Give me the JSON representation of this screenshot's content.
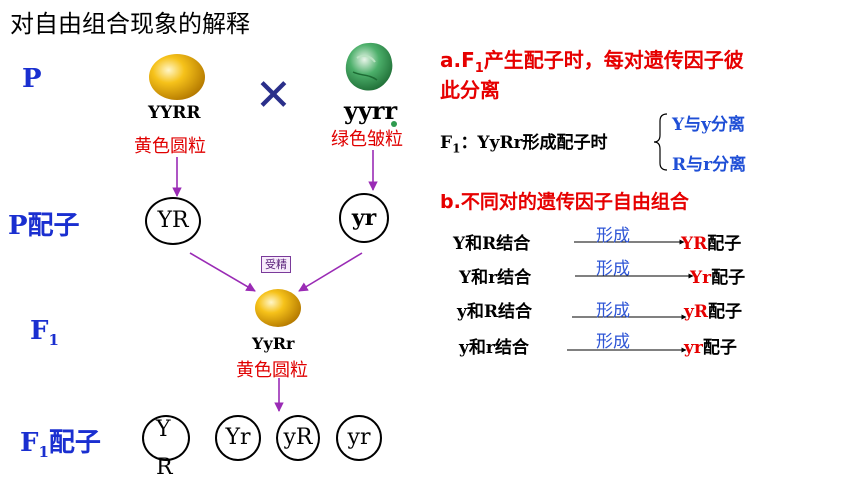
{
  "title": "对自由组合现象的解释",
  "rows": {
    "p": "P",
    "p_gamete": "P配子",
    "f1_main": "F",
    "f1_sub": "1",
    "f1_gamete_main": "F",
    "f1_gamete_sub": "1",
    "f1_gamete_rest": "配子"
  },
  "parents": {
    "left_genotype": "YYRR",
    "left_phenotype": "黄色圆粒",
    "cross_symbol": "✕",
    "right_genotype": "yyrr",
    "right_phenotype": "绿色皱粒"
  },
  "p_gametes": [
    "YR",
    "yr"
  ],
  "fertilization_label": "受精",
  "f1": {
    "genotype": "YyRr",
    "phenotype": "黄色圆粒"
  },
  "f1_gametes": [
    "Y",
    "R",
    "Yr",
    "yR",
    "yr"
  ],
  "right_panel": {
    "a_prefix": "a.F",
    "a_sub": "1",
    "a_text_1": "产生配子时，每对遗传因子彼",
    "a_text_2": "此分离",
    "f1_prefix": "F",
    "f1_sub": "1",
    "f1_text": "：YyRr形成配子时",
    "brace_1": "Y与y分离",
    "brace_2": "R与r分离",
    "b_text": "b.不同对的遗传因子自由组合",
    "combinations": [
      {
        "left": "Y和R结合",
        "formed": "形成",
        "result": "YR",
        "suffix": "配子"
      },
      {
        "left": "Y和r结合",
        "formed": "形成",
        "result": "Yr",
        "suffix": "配子"
      },
      {
        "left": "y和R结合",
        "formed": "形成",
        "result": "yR",
        "suffix": "配子"
      },
      {
        "left": "y和r结合",
        "formed": "形成",
        "result": "yr",
        "suffix": "配子"
      }
    ]
  },
  "colors": {
    "label_blue": "#1a2fd0",
    "accent_red": "#e60000",
    "formed_blue": "#2f56d6",
    "arrow_purple": "#9a2bb5",
    "pea_yellow": "#f0b400",
    "pea_green": "#2f9a4e"
  }
}
